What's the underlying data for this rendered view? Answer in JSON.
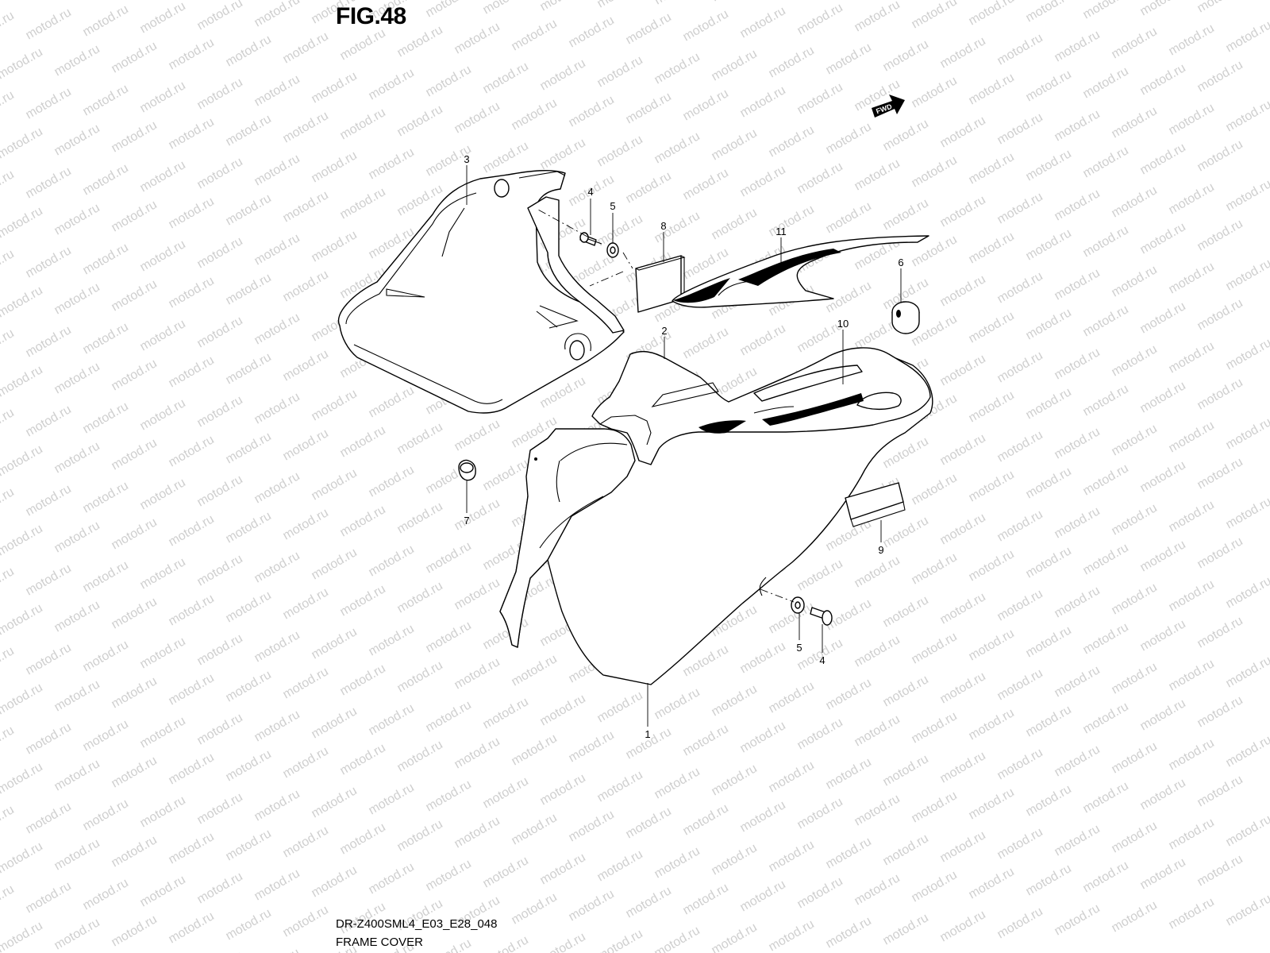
{
  "figure": {
    "title": "FIG.48",
    "model_code": "DR-Z400SML4_E03_E28_048",
    "section_name": "FRAME COVER",
    "watermark": "motod.ru",
    "direction_marker": "FWD"
  },
  "callouts": [
    {
      "id": "callout-1",
      "label": "1"
    },
    {
      "id": "callout-2",
      "label": "2"
    },
    {
      "id": "callout-3",
      "label": "3"
    },
    {
      "id": "callout-4-top",
      "label": "4"
    },
    {
      "id": "callout-5-top",
      "label": "5"
    },
    {
      "id": "callout-6",
      "label": "6"
    },
    {
      "id": "callout-7",
      "label": "7"
    },
    {
      "id": "callout-8",
      "label": "8"
    },
    {
      "id": "callout-9",
      "label": "9"
    },
    {
      "id": "callout-10",
      "label": "10"
    },
    {
      "id": "callout-11",
      "label": "11"
    },
    {
      "id": "callout-5-bottom",
      "label": "5"
    },
    {
      "id": "callout-4-bottom",
      "label": "4"
    }
  ],
  "colors": {
    "line": "#000000",
    "watermark": "#cfcfcf",
    "background": "#ffffff"
  }
}
